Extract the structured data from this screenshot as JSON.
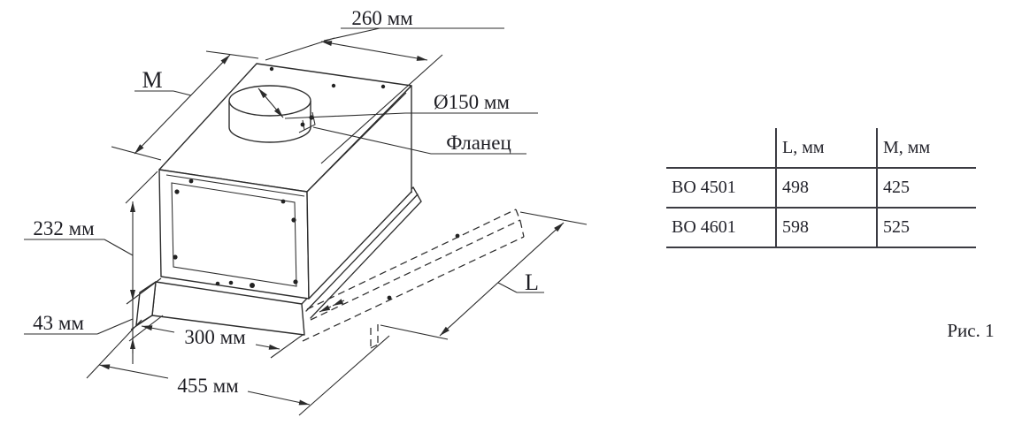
{
  "drawing": {
    "dim_260": "260 мм",
    "dim_m": "M",
    "dim_diameter": "Ø150 мм",
    "flange_label": "Фланец",
    "dim_232": "232 мм",
    "dim_43": "43 мм",
    "dim_300": "300 мм",
    "dim_455": "455 мм",
    "dim_l": "L"
  },
  "table": {
    "col_headers": [
      "L, мм",
      "M, мм"
    ],
    "rows": [
      {
        "model": "ВО 4501",
        "l": "498",
        "m": "425"
      },
      {
        "model": "ВО 4601",
        "l": "598",
        "m": "525"
      }
    ]
  },
  "caption": "Рис. 1"
}
